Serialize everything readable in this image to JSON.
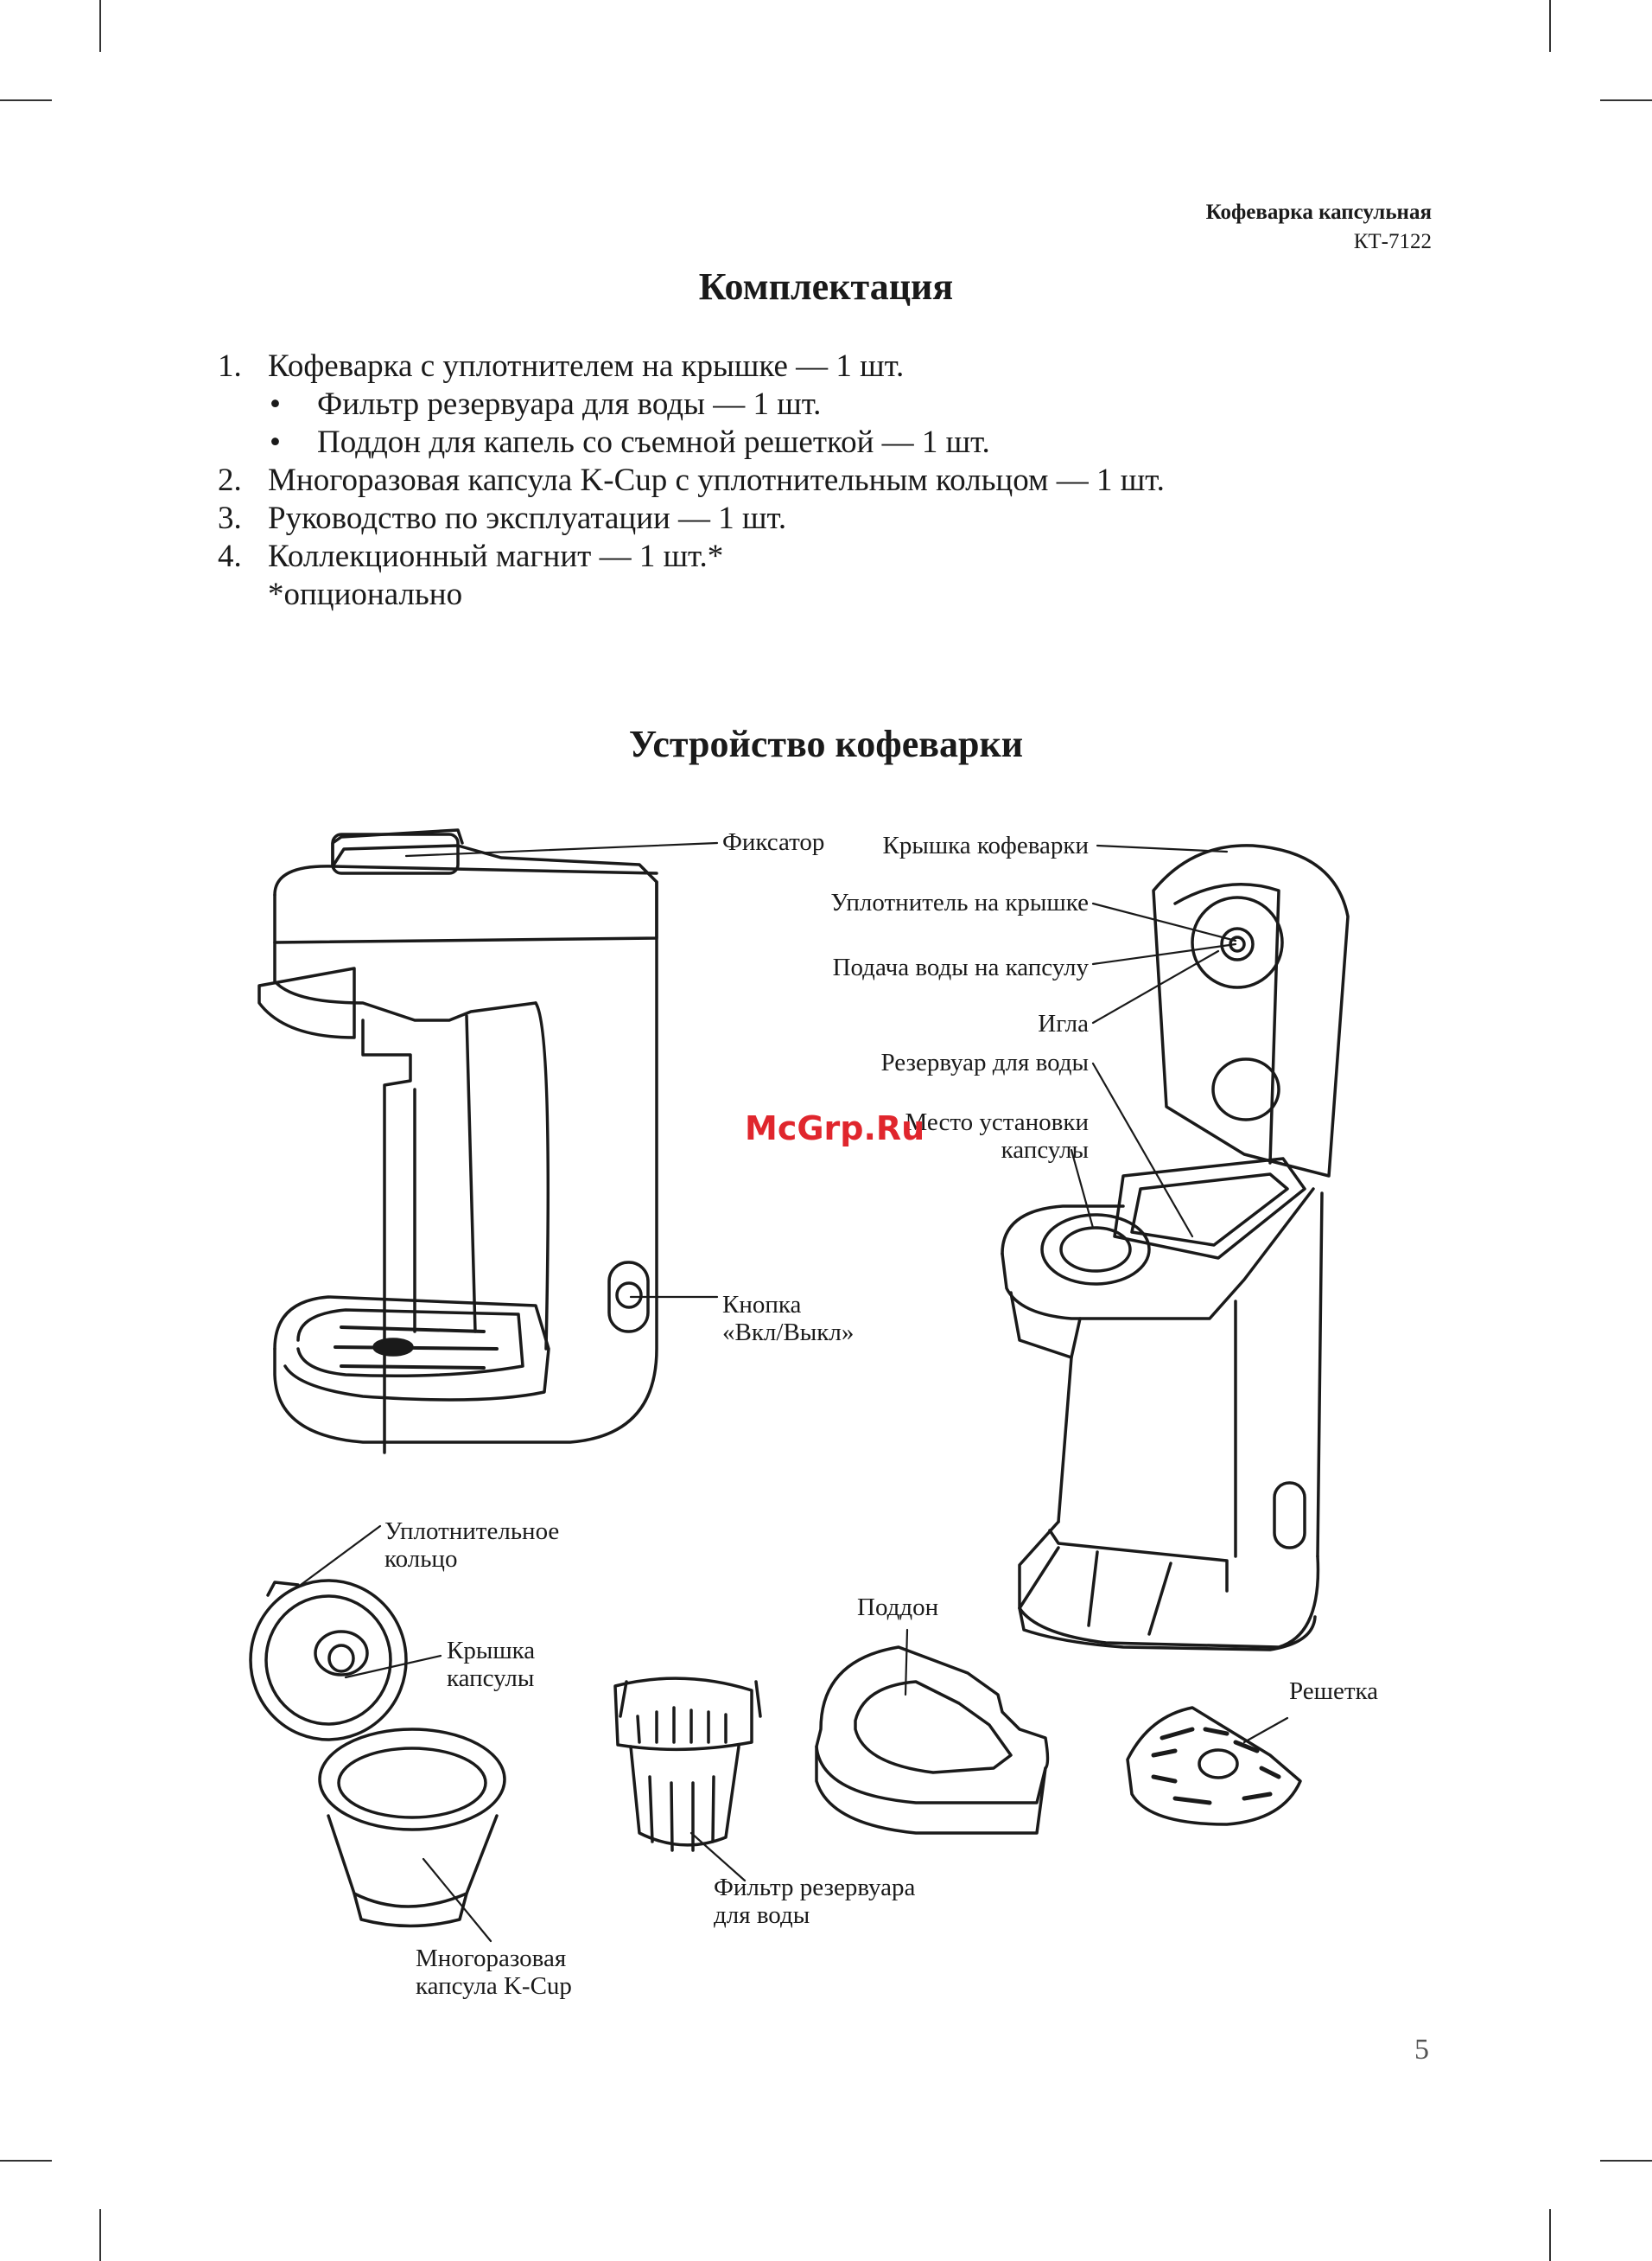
{
  "header": {
    "brand": "Кофеварка капсульная",
    "model": "КТ-7122"
  },
  "contents": {
    "title": "Комплектация",
    "items": [
      {
        "num": "1.",
        "text": "Кофеварка с уплотнителем на крышке — 1 шт."
      },
      {
        "bullet": "•",
        "text": "Фильтр резервуара для воды — 1 шт."
      },
      {
        "bullet": "•",
        "text": "Поддон для капель со съемной решеткой — 1 шт."
      },
      {
        "num": "2.",
        "text": "Многоразовая капсула K-Cup с уплотнительным кольцом — 1 шт."
      },
      {
        "num": "3.",
        "text": "Руководство по эксплуатации — 1 шт."
      },
      {
        "num": "4.",
        "text": "Коллекционный магнит — 1 шт.*"
      },
      {
        "text": "*опционально"
      }
    ]
  },
  "device": {
    "title": "Устройство кофеварки",
    "labels": {
      "latch": "Фиксатор",
      "lid": "Крышка кофеварки",
      "lid_seal": "Уплотнитель на крышке",
      "water_supply": "Подача воды на капсулу",
      "needle": "Игла",
      "reservoir": "Резервуар для воды",
      "capsule_place_1": "Место установки",
      "capsule_place_2": "капсулы",
      "button_1": "Кнопка",
      "button_2": "«Вкл/Выкл»",
      "seal_ring_1": "Уплотнительное",
      "seal_ring_2": "кольцо",
      "capsule_lid_1": "Крышка",
      "capsule_lid_2": "капсулы",
      "tray": "Поддон",
      "grate": "Решетка",
      "filter_1": "Фильтр резервуара",
      "filter_2": "для воды",
      "kcup_1": "Многоразовая",
      "kcup_2": "капсула K-Cup"
    }
  },
  "watermark": "McGrp.Ru",
  "page_number": "5"
}
